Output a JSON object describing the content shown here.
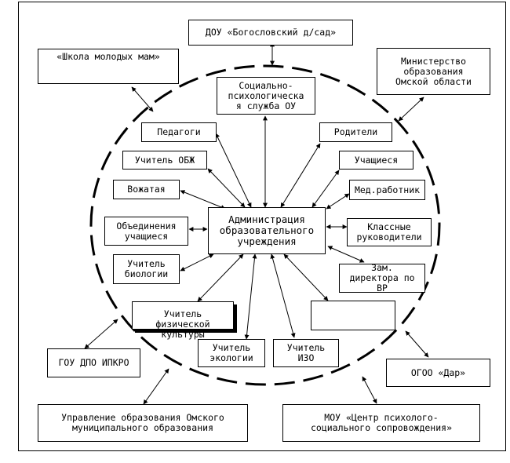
{
  "nodes": {
    "dou": "ДОУ «Богословский д/сад»",
    "shkola": "«Школа молодых мам»",
    "ministry": "Министерство\nобразования\nОмской области",
    "social": "Социально-\nпсихологическа\nя служба ОУ",
    "pedagogi": "Педагоги",
    "roditeli": "Родители",
    "obzh": "Учитель ОБЖ",
    "uchashiesya": "Учащиеся",
    "vozhataya": "Вожатая",
    "medrab": "Мед.работник",
    "obedineniya": "Объединения\nучащиеся",
    "admin": "Администрация\nобразовательного\nучреждения",
    "klassnye": "Классные\nруководители",
    "biology": "Учитель\nбиологии",
    "zamdir": "Зам.\nдиректора по\nВР",
    "physcult": "Учитель\nфизической\nкультуры",
    "blank": "",
    "ecology": "Учитель\nэкологии",
    "izo": "Учитель\nИЗО",
    "ipkro": "ГОУ ДПО ИПКРО",
    "ogoo": "ОГОО «Дар»",
    "upravlenie": "Управление образования Омского\nмуниципального образования",
    "mou": "МОУ «Центр психолого-\nсоциального сопровождения»"
  }
}
